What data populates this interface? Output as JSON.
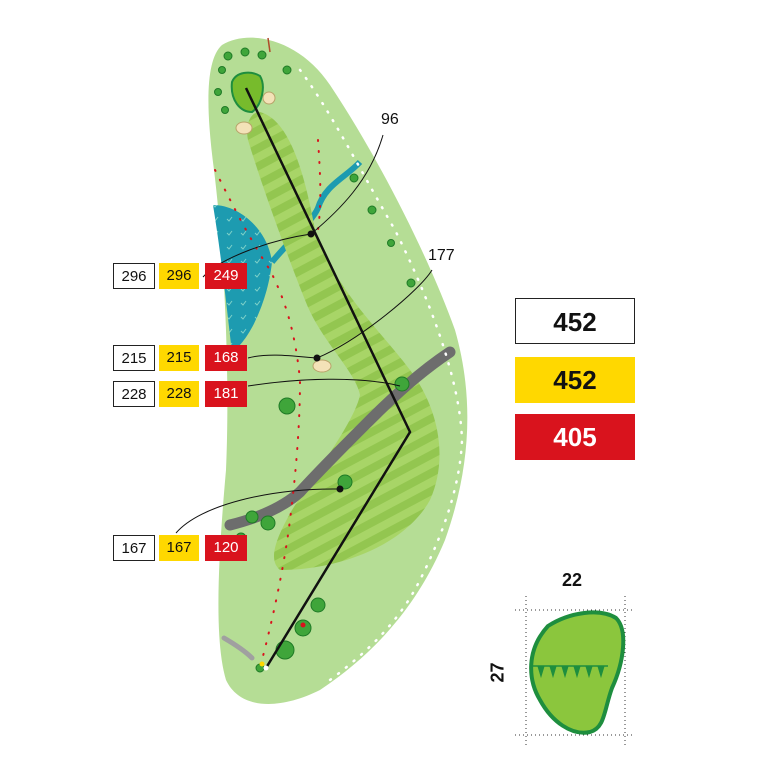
{
  "totals": {
    "white": "452",
    "yellow": "452",
    "red": "405"
  },
  "callouts": {
    "upper": "96",
    "middle": "177"
  },
  "distance_rows": [
    {
      "white": "296",
      "yellow": "296",
      "red": "249"
    },
    {
      "white": "215",
      "yellow": "215",
      "red": "168"
    },
    {
      "white": "228",
      "yellow": "228",
      "red": "181"
    },
    {
      "white": "167",
      "yellow": "167",
      "red": "120"
    }
  ],
  "green": {
    "width": "22",
    "depth": "27"
  },
  "colors": {
    "rough": "#b5dd95",
    "fairway": "#93c650",
    "fairway_stripe": "#a6d466",
    "green": "#77bb2c",
    "green_outline": "#1e8e3e",
    "water": "#1d9bb0",
    "cart_path": "#6d6d6d",
    "white_tee": "#ffffff",
    "yellow_tee": "#ffd800",
    "red_tee": "#d9131d"
  }
}
